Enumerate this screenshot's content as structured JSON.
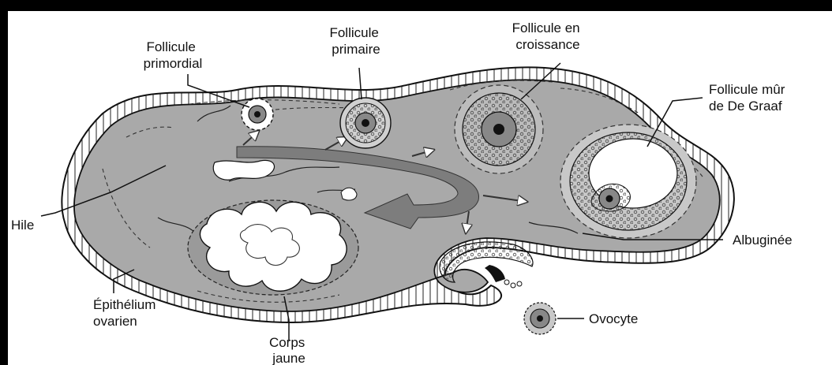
{
  "labels": {
    "follicule_primordial": [
      "Follicule",
      "primordial"
    ],
    "follicule_primaire": [
      "Follicule",
      "primaire"
    ],
    "follicule_croissance": [
      "Follicule en",
      "croissance"
    ],
    "follicule_mur": [
      "Follicule mûr",
      "de De Graaf"
    ],
    "hile": "Hile",
    "albuginee": "Albuginée",
    "epithelium": [
      "Épithélium",
      "ovarien"
    ],
    "corps_jaune": [
      "Corps",
      "jaune"
    ],
    "ovocyte": "Ovocyte"
  },
  "colors": {
    "frame": "#000000",
    "background": "#ffffff",
    "stroma": "#a9a9a9",
    "stroma_dark": "#8e8e8e",
    "follicle_light": "#e6e6e6",
    "line": "#111111"
  }
}
